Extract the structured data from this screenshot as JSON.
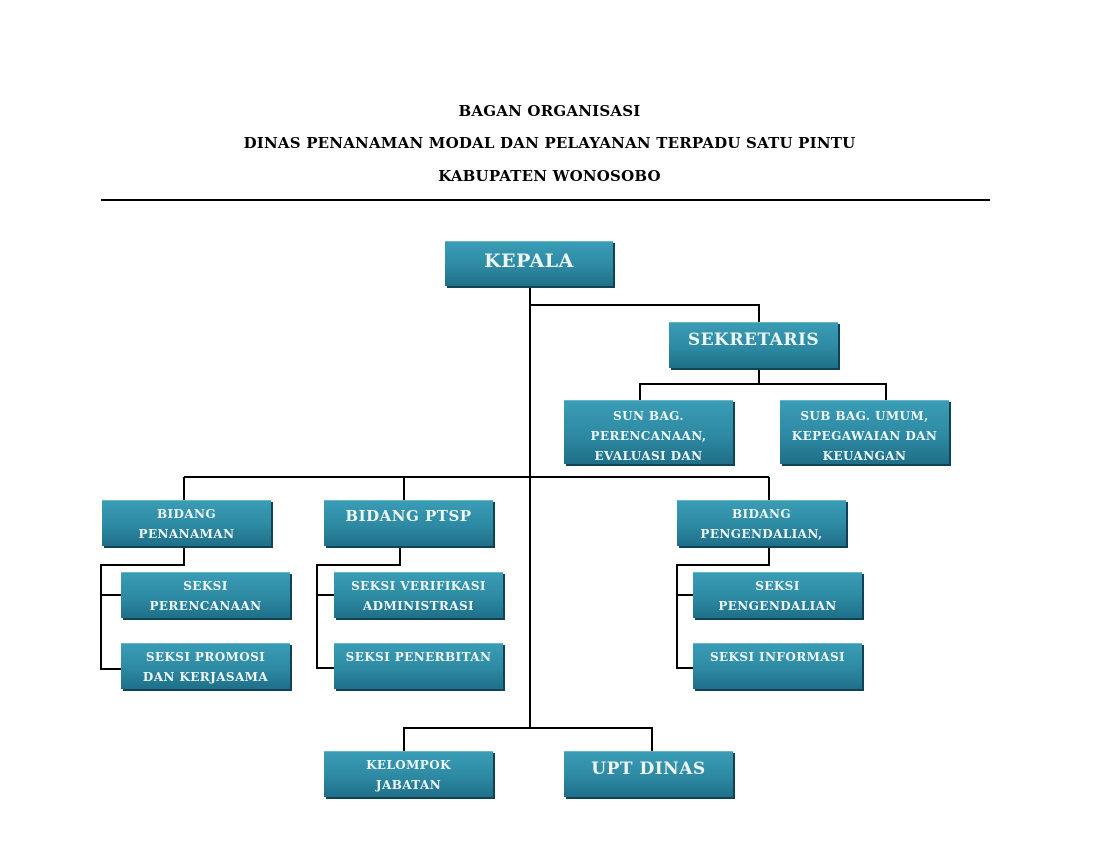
{
  "header": {
    "title_line1": "BAGAN ORGANISASI",
    "title_line2": "DINAS PENANAMAN MODAL DAN PELAYANAN TERPADU SATU PINTU",
    "title_line3": "KABUPATEN WONOSOBO"
  },
  "nodes": {
    "kepala": "KEPALA",
    "sekretaris": "SEKRETARIS",
    "subbag_perencanaan": [
      "SUN BAG.",
      "PERENCANAAN,",
      "EVALUASI DAN"
    ],
    "subbag_umum": [
      "SUB BAG. UMUM,",
      "KEPEGAWAIAN DAN",
      "KEUANGAN"
    ],
    "bidang_penanaman": [
      "BIDANG",
      "PENANAMAN"
    ],
    "bidang_ptsp": "BIDANG PTSP",
    "bidang_pengendalian": [
      "BIDANG",
      "PENGENDALIAN,"
    ],
    "seksi_perencanaan": [
      "SEKSI",
      "PERENCANAAN"
    ],
    "seksi_promosi": [
      "SEKSI PROMOSI",
      "DAN KERJASAMA"
    ],
    "seksi_verifikasi": [
      "SEKSI VERIFIKASI",
      "ADMINISTRASI"
    ],
    "seksi_penerbitan": "SEKSI PENERBITAN",
    "seksi_pengendalian": [
      "SEKSI",
      "PENGENDALIAN"
    ],
    "seksi_informasi": "SEKSI INFORMASI",
    "kelompok_jabatan": [
      "KELOMPOK",
      "JABATAN"
    ],
    "upt_dinas": "UPT DINAS"
  }
}
